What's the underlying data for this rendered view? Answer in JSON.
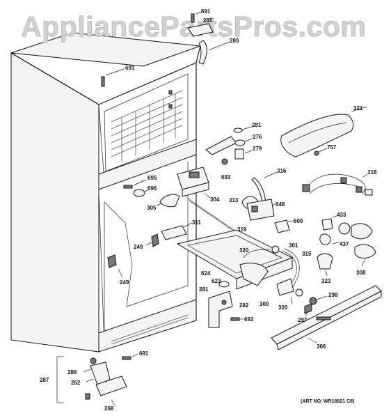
{
  "watermark": "AppliancePartsPros.com",
  "art_number": "(ART NO. WR18821 C8)",
  "callouts": [
    {
      "id": "c691a",
      "text": "691"
    },
    {
      "id": "c285",
      "text": "285"
    },
    {
      "id": "c280",
      "text": "280"
    },
    {
      "id": "c691b",
      "text": "691"
    },
    {
      "id": "c321",
      "text": "321"
    },
    {
      "id": "c281a",
      "text": "281"
    },
    {
      "id": "c276",
      "text": "276"
    },
    {
      "id": "c279",
      "text": "279"
    },
    {
      "id": "c757",
      "text": "757"
    },
    {
      "id": "c693a",
      "text": "693"
    },
    {
      "id": "c316",
      "text": "316"
    },
    {
      "id": "c318",
      "text": "318"
    },
    {
      "id": "c695",
      "text": "695"
    },
    {
      "id": "c696",
      "text": "696"
    },
    {
      "id": "c304",
      "text": "304"
    },
    {
      "id": "c313",
      "text": "313"
    },
    {
      "id": "c305",
      "text": "305"
    },
    {
      "id": "c648",
      "text": "648"
    },
    {
      "id": "c433",
      "text": "433"
    },
    {
      "id": "c311",
      "text": "311"
    },
    {
      "id": "c609",
      "text": "609"
    },
    {
      "id": "c319",
      "text": "319"
    },
    {
      "id": "c437",
      "text": "437"
    },
    {
      "id": "c249a",
      "text": "249"
    },
    {
      "id": "c320a",
      "text": "320"
    },
    {
      "id": "c301",
      "text": "301"
    },
    {
      "id": "c315",
      "text": "315"
    },
    {
      "id": "c308",
      "text": "308"
    },
    {
      "id": "c624",
      "text": "624"
    },
    {
      "id": "c249b",
      "text": "249"
    },
    {
      "id": "c323",
      "text": "323"
    },
    {
      "id": "c623",
      "text": "623"
    },
    {
      "id": "c281b",
      "text": "281"
    },
    {
      "id": "c282",
      "text": "282"
    },
    {
      "id": "c300",
      "text": "300"
    },
    {
      "id": "c320b",
      "text": "320"
    },
    {
      "id": "c298",
      "text": "298"
    },
    {
      "id": "c297",
      "text": "297"
    },
    {
      "id": "c693b",
      "text": "693"
    },
    {
      "id": "c306",
      "text": "306"
    },
    {
      "id": "c691c",
      "text": "691"
    },
    {
      "id": "c286",
      "text": "286"
    },
    {
      "id": "c287",
      "text": "287"
    },
    {
      "id": "c262",
      "text": "262"
    },
    {
      "id": "c268",
      "text": "268"
    }
  ]
}
